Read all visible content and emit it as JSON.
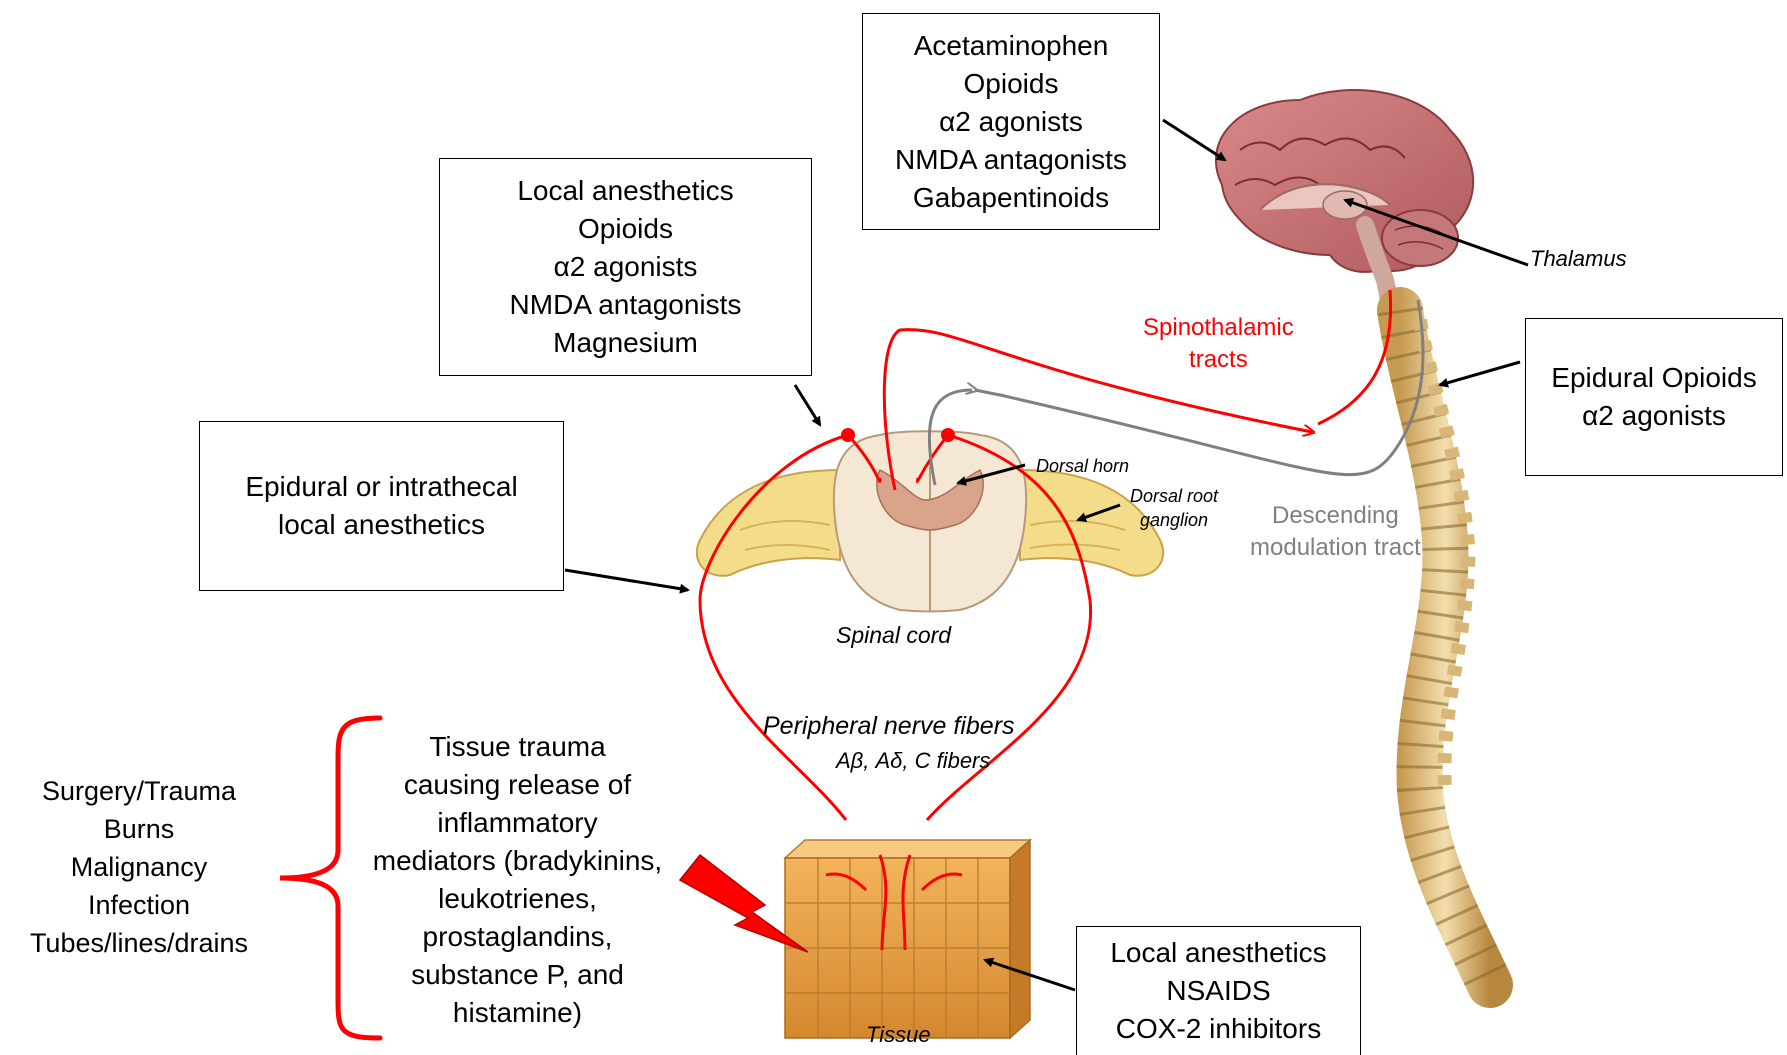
{
  "boxes": {
    "brain": [
      "Acetaminophen",
      "Opioids",
      "α2 agonists",
      "NMDA antagonists",
      "Gabapentinoids"
    ],
    "spinal": [
      "Local anesthetics",
      "Opioids",
      "α2 agonists",
      "NMDA antagonists",
      "Magnesium"
    ],
    "epidural_local": [
      "Epidural or intrathecal",
      "local anesthetics"
    ],
    "epidural_opioids": [
      "Epidural Opioids",
      "α2 agonists"
    ],
    "tissue": [
      "Local anesthetics",
      "NSAIDS",
      "COX-2 inhibitors"
    ]
  },
  "labels": {
    "thalamus": "Thalamus",
    "spinothalamic": [
      "Spinothalamic",
      "tracts"
    ],
    "dorsal_horn": "Dorsal horn",
    "dorsal_root": [
      "Dorsal root",
      "ganglion"
    ],
    "descending": [
      "Descending",
      "modulation tract"
    ],
    "spinal_cord": "Spinal cord",
    "peripheral": "Peripheral nerve fibers",
    "fibers": "Aβ, Aδ, C fibers",
    "tissue": "Tissue"
  },
  "causes": [
    "Surgery/Trauma",
    "Burns",
    "Malignancy",
    "Infection",
    "Tubes/lines/drains"
  ],
  "trauma_text": [
    "Tissue trauma",
    "causing release of",
    "inflammatory",
    "mediators (bradykinins,",
    "leukotrienes,",
    "prostaglandins,",
    "substance P, and",
    "histamine)"
  ],
  "colors": {
    "pain_path": "#ff0000",
    "descending_path": "#808080",
    "descending_text": "#808080",
    "arrow": "#000000"
  }
}
